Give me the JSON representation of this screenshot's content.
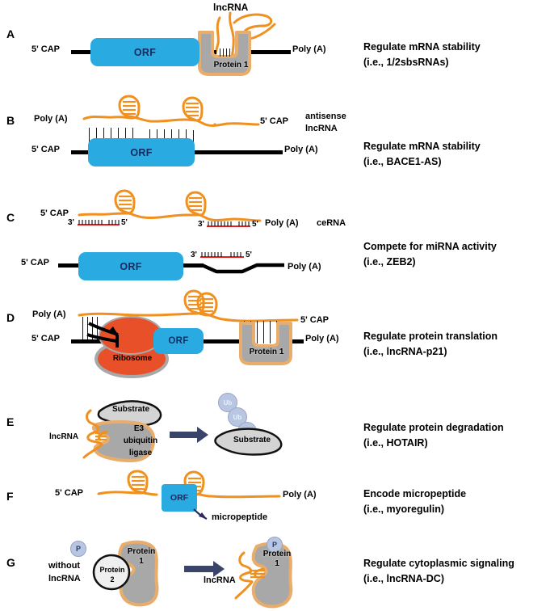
{
  "figure": {
    "title": "lncRNA cytoplasmic mechanisms schematic",
    "colors": {
      "orf_blue": "#29abe2",
      "rna_orange": "#f0901e",
      "protein_gray": "#a8a8a8",
      "protein_outline": "#e8ad6b",
      "ribosome_red": "#e8502a",
      "mirna_red": "#e02020",
      "arrow_navy": "#3a4468",
      "ub_blue": "#b9c6e2",
      "text_black": "#000000",
      "orf_text": "#152a5e"
    }
  },
  "panels": [
    {
      "letter": "A",
      "labels": {
        "lncrna": "lncRNA",
        "cap": "5' CAP",
        "orf": "ORF",
        "polya": "Poly (A)",
        "protein": "Protein 1"
      },
      "description": "Regulate mRNA stability\n(i.e., 1/2sbsRNAs)"
    },
    {
      "letter": "B",
      "labels": {
        "polya_top": "Poly (A)",
        "cap_top": "5' CAP",
        "antisense": "antisense\nlncRNA",
        "cap": "5' CAP",
        "orf": "ORF",
        "polya": "Poly (A)"
      },
      "description": "Regulate mRNA stability\n(i.e., BACE1-AS)"
    },
    {
      "letter": "C",
      "labels": {
        "cap_top": "5' CAP",
        "three_prime_1": "3'",
        "five_prime_1": "5'",
        "three_prime_2": "3'",
        "five_prime_2": "5'",
        "polya_top": "Poly (A)",
        "cerna": "ceRNA",
        "cap": "5' CAP",
        "orf": "ORF",
        "three_prime_3": "3'",
        "five_prime_3": "5'",
        "polya": "Poly (A)"
      },
      "description": "Compete for miRNA activity\n(i.e., ZEB2)"
    },
    {
      "letter": "D",
      "labels": {
        "polya_top": "Poly (A)",
        "cap_top": "5' CAP",
        "cap": "5' CAP",
        "orf": "ORF",
        "ribosome": "Ribosome",
        "protein": "Protein 1",
        "polya": "Poly (A)"
      },
      "description": "Regulate protein translation\n(i.e., lncRNA-p21)"
    },
    {
      "letter": "E",
      "labels": {
        "substrate": "Substrate",
        "lncrna": "lncRNA",
        "e3": "E3",
        "ubiquitin": "ubiquitin",
        "ligase": "ligase",
        "ub1": "Ub",
        "ub2": "Ub",
        "ub3": "Ub",
        "substrate2": "Substrate"
      },
      "description": "Regulate protein degradation\n(i.e., HOTAIR)"
    },
    {
      "letter": "F",
      "labels": {
        "cap": "5' CAP",
        "orf": "ORF",
        "polya": "Poly (A)",
        "micropeptide": "micropeptide"
      },
      "description": "Encode micropeptide\n(i.e., myoregulin)"
    },
    {
      "letter": "G",
      "labels": {
        "without": "without",
        "lncrna_left": "lncRNA",
        "p_left": "P",
        "protein1_left": "Protein",
        "protein1_left_num": "1",
        "protein2": "Protein",
        "protein2_num": "2",
        "p_right": "P",
        "protein1_right": "Protein",
        "protein1_right_num": "1",
        "lncrna_right": "lncRNA"
      },
      "description": "Regulate cytoplasmic signaling\n(i.e., lncRNA-DC)"
    }
  ]
}
